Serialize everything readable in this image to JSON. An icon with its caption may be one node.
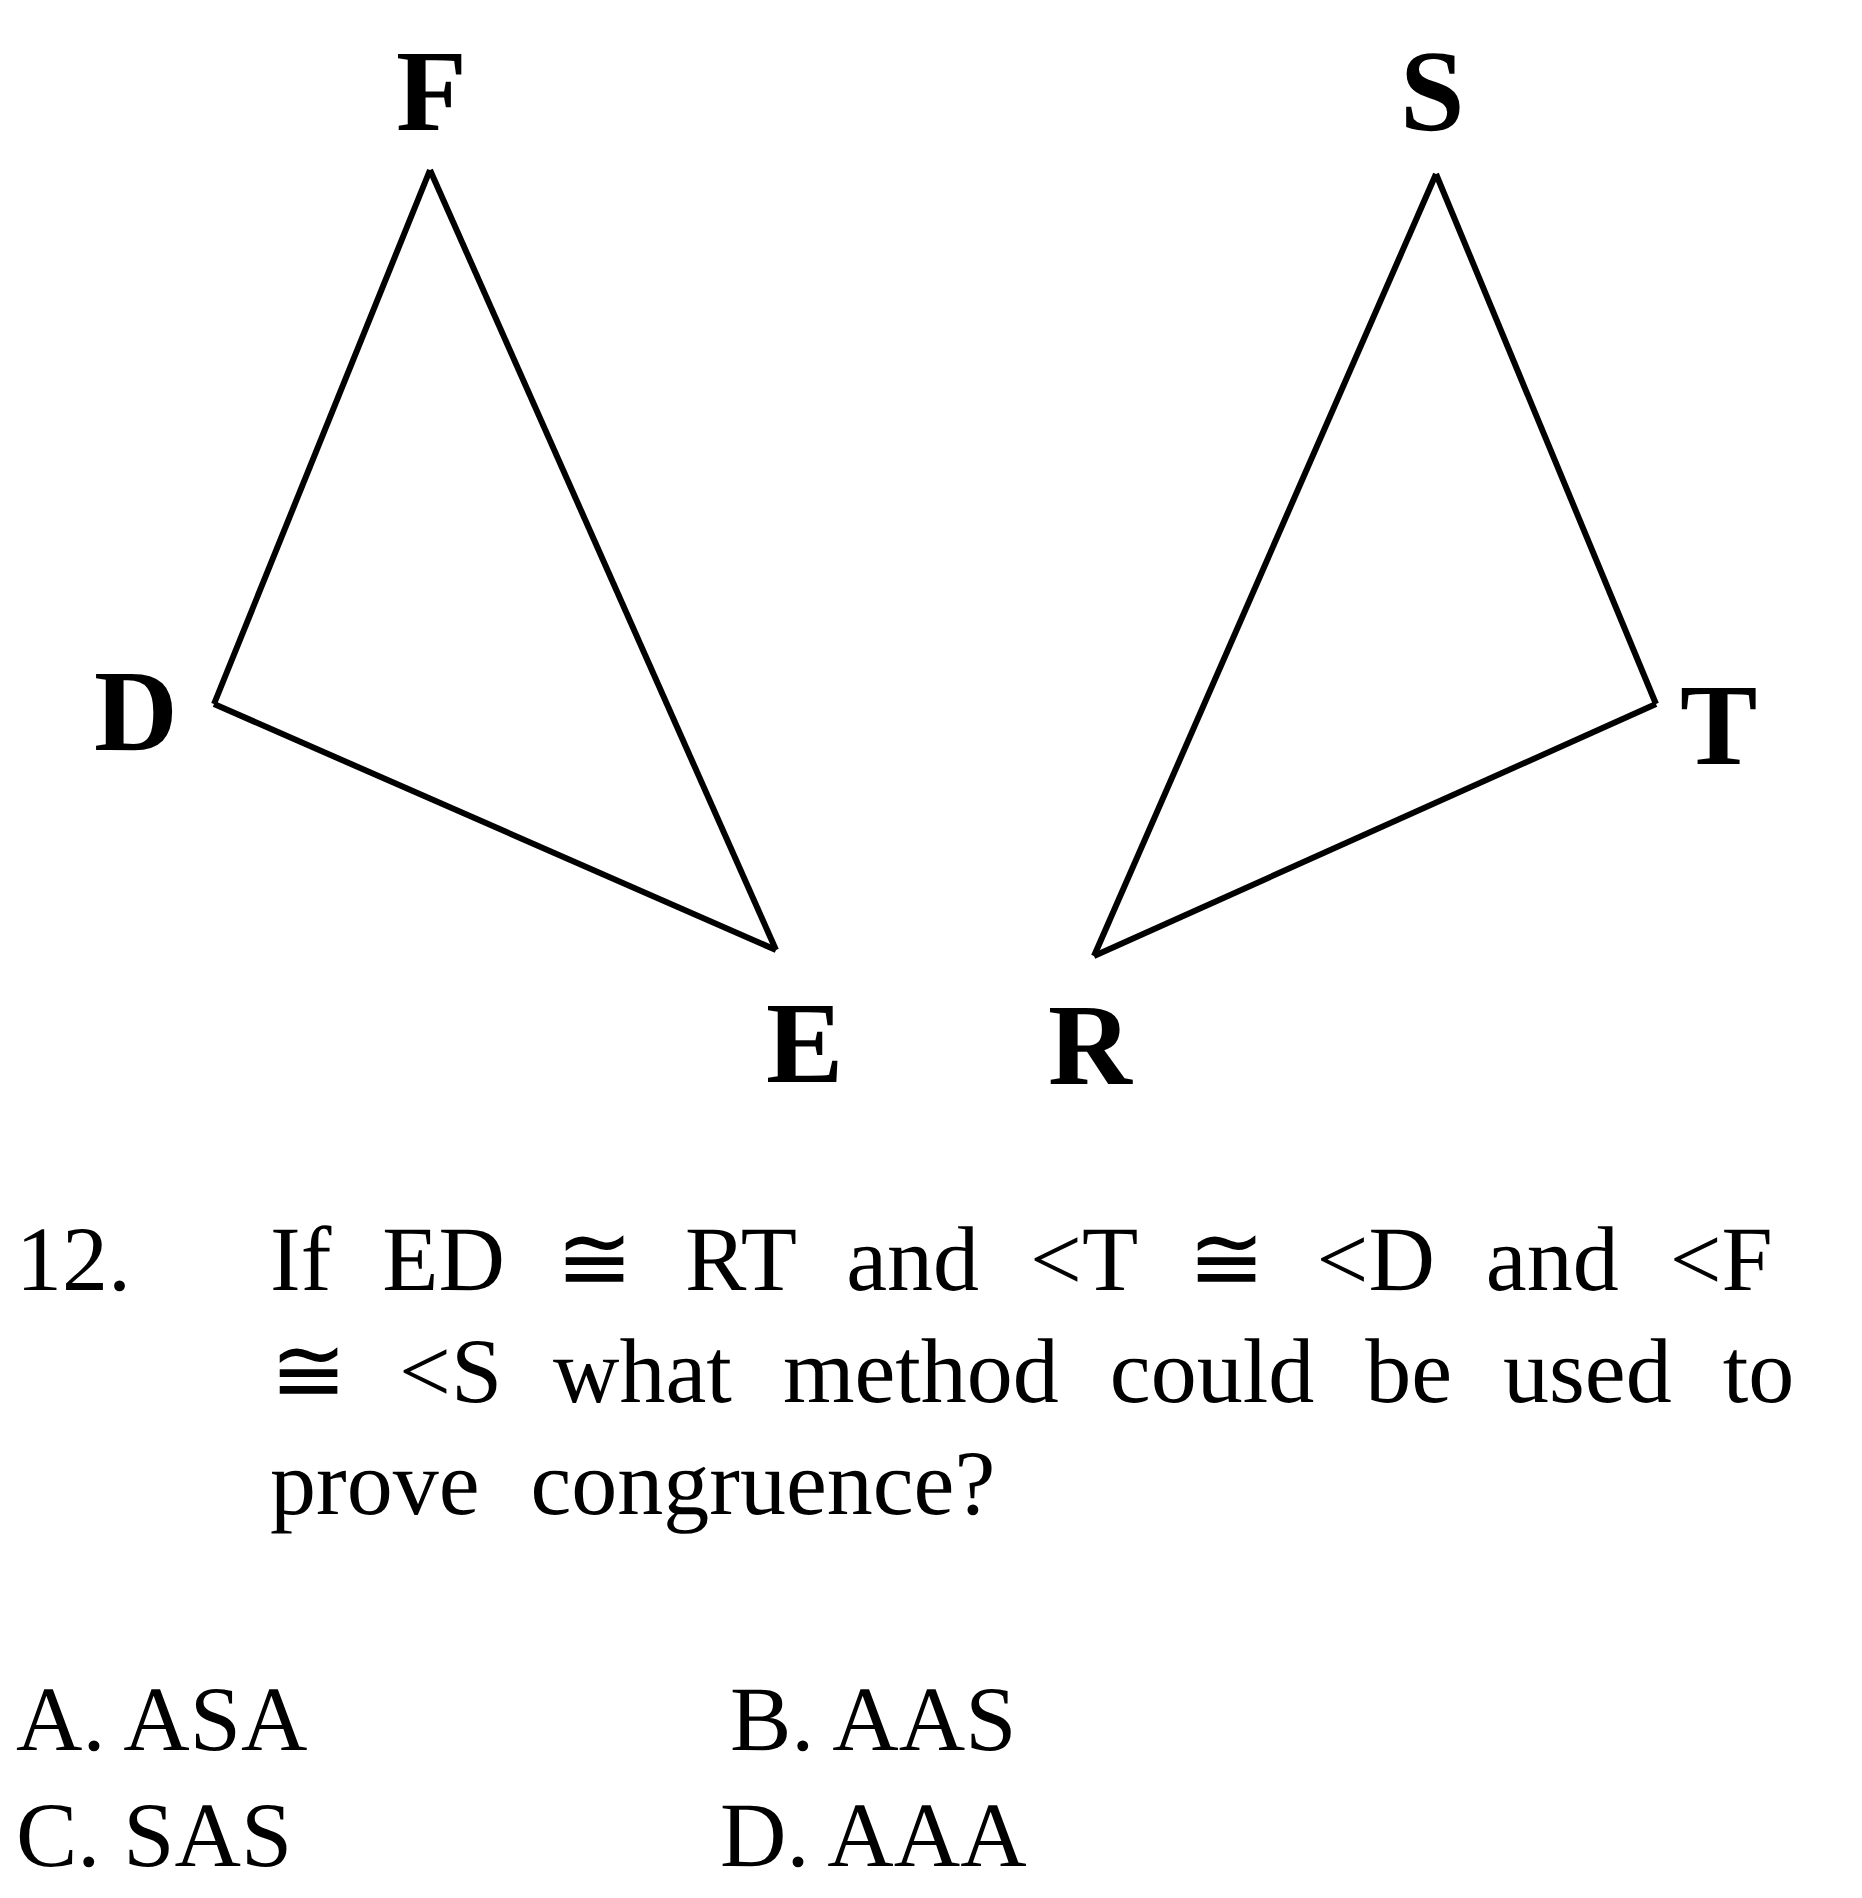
{
  "diagram": {
    "nodes": [
      {
        "text": [
          "F"
        ]
      },
      {
        "text": [
          "D"
        ]
      },
      {
        "text": [
          "E"
        ]
      },
      {
        "text": [
          "S"
        ]
      },
      {
        "text": [
          "T"
        ]
      },
      {
        "text": [
          "R"
        ]
      }
    ],
    "edges": [
      {
        "from": 0,
        "to": 1,
        "arrow": "none"
      },
      {
        "from": 1,
        "to": 2,
        "arrow": "none"
      },
      {
        "from": 2,
        "to": 0,
        "arrow": "none"
      },
      {
        "from": 3,
        "to": 4,
        "arrow": "none"
      },
      {
        "from": 4,
        "to": 5,
        "arrow": "none"
      },
      {
        "from": 5,
        "to": 3,
        "arrow": "none"
      }
    ],
    "labels": [
      "12.",
      "If ED ≅ RT and <T ≅ <D and <F ≅ <S what method could be used to prove congruence?",
      "A. ASA",
      "B. AAS",
      "C. SAS",
      "D. AAA"
    ]
  }
}
